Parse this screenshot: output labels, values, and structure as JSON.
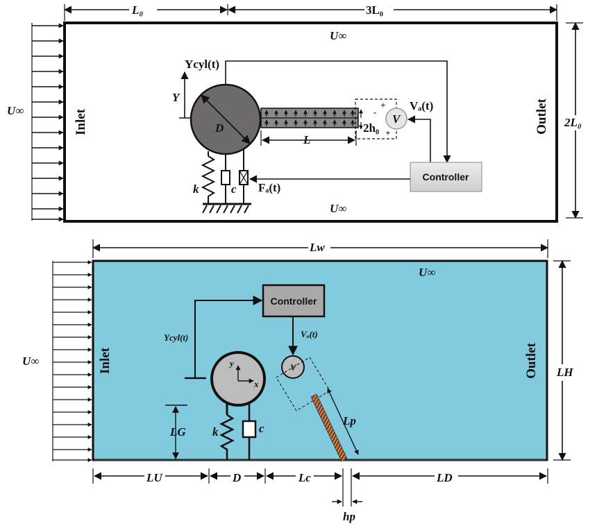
{
  "top_diagram": {
    "length_left": "L₀",
    "length_right": "3L₀",
    "freestream_top": "U∞",
    "freestream_bottom": "U∞",
    "freestream_inlet": "U∞",
    "inlet": "Inlet",
    "outlet": "Outlet",
    "height": "2L₀",
    "cylinder_displacement": "Ycyl(t)",
    "y_axis": "Y",
    "diameter": "D",
    "plate_length": "L",
    "plate_thickness": "2h₀",
    "voltage_source": "V",
    "applied_voltage": "Vₐ(t)",
    "controller": "Controller",
    "spring": "k",
    "damper": "c",
    "actuator_force": "Fₐ(t)",
    "plus_top": "+",
    "minus_top": "-",
    "minus_bottom": "-",
    "plus_bottom": "+"
  },
  "bottom_diagram": {
    "width": "Lw",
    "freestream_top": "U∞",
    "freestream_inlet": "U∞",
    "inlet": "Inlet",
    "outlet": "Outlet",
    "height": "LH",
    "controller": "Controller",
    "cylinder_displacement": "Ycyl(t)",
    "applied_voltage": "Vₐ(t)",
    "voltage_source": "V",
    "axis_x": "x",
    "axis_y": "y",
    "gap": "LG",
    "spring": "k",
    "damper": "c",
    "plate_length": "Lp",
    "upstream": "LU",
    "diameter": "D",
    "spacing": "Lc",
    "downstream": "LD",
    "plate_thickness": "hp"
  },
  "colors": {
    "domain_fill": "#82cadd",
    "cylinder_top": "#6e6a6b",
    "cylinder_bottom": "#bcbcbc",
    "controller_top": "#e3e3e3",
    "controller_bottom": "#a9a9a9",
    "plate_fill": "#8a8a8a",
    "piezo_colors": [
      "#7a1f6b",
      "#c8a000"
    ]
  }
}
